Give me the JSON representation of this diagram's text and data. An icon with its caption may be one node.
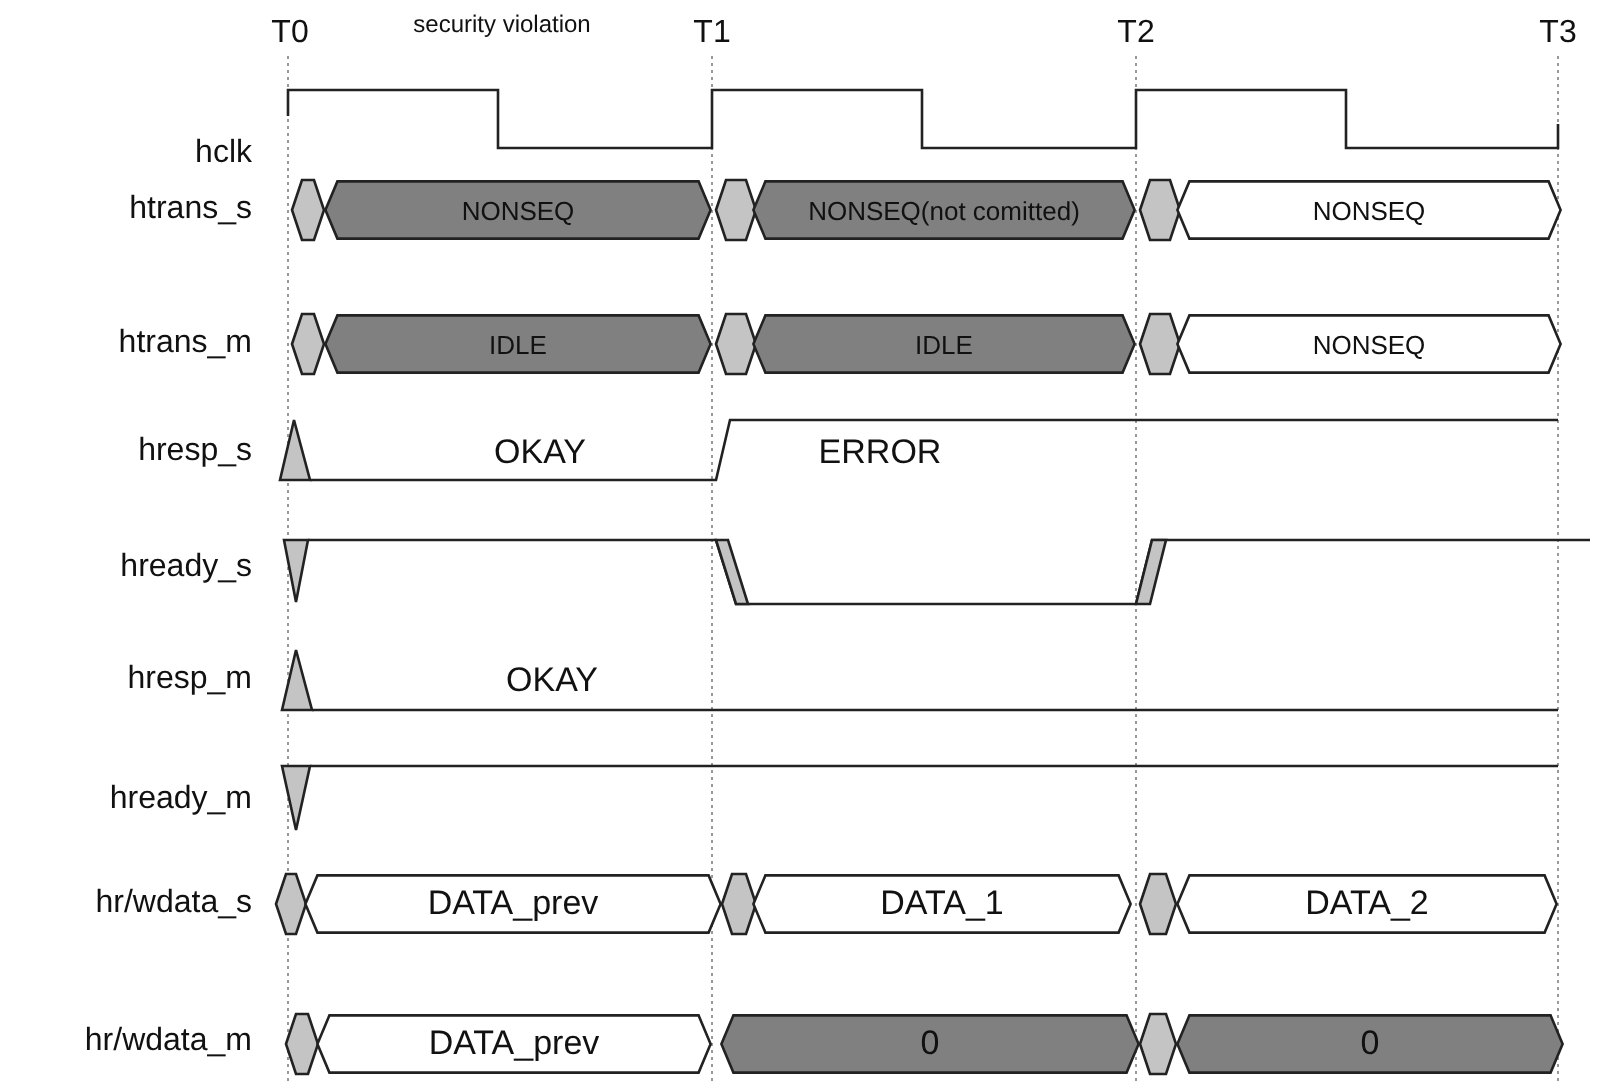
{
  "diagram": {
    "nodes": [
      {
        "text": [
          "NONSEQ"
        ]
      },
      {
        "text": [
          "NONSEQ(not comitted)"
        ]
      },
      {
        "text": [
          "NONSEQ"
        ]
      },
      {
        "text": [
          "IDLE"
        ]
      },
      {
        "text": [
          "IDLE"
        ]
      },
      {
        "text": [
          "NONSEQ"
        ]
      },
      {
        "text": [
          "DATA_prev"
        ]
      },
      {
        "text": [
          "DATA_1"
        ]
      },
      {
        "text": [
          "DATA_2"
        ]
      },
      {
        "text": [
          "DATA_prev"
        ]
      },
      {
        "text": [
          "0"
        ]
      },
      {
        "text": [
          "0"
        ]
      }
    ],
    "labels": [
      "T0",
      "security violation",
      "T1",
      "T2",
      "T3",
      "hclk",
      "htrans_s",
      "htrans_m",
      "hresp_s",
      "OKAY",
      "ERROR",
      "hready_s",
      "hresp_m",
      "OKAY",
      "hready_m",
      "hr/wdata_s",
      "hr/wdata_m"
    ]
  }
}
